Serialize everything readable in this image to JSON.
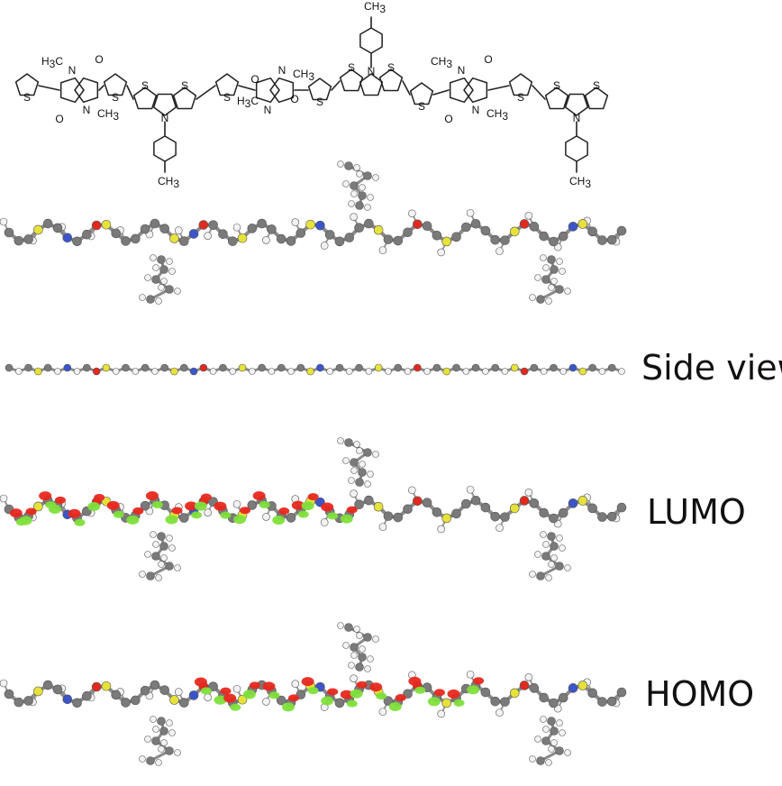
{
  "panels": {
    "side_view_label": "Side view",
    "lumo_label": "LUMO",
    "homo_label": "HOMO"
  },
  "structure_labels": {
    "methyl_groups": [
      "H3C",
      "CH3",
      "CH3",
      "H3C",
      "CH3",
      "CH3",
      "CH3",
      "CH3",
      "CH3"
    ],
    "sulfur": "S",
    "nitrogen": "N",
    "oxygen": "O"
  },
  "colors": {
    "carbon": "#7a7a7a",
    "hydrogen": "#f2f2f2",
    "sulfur": "#e6e23a",
    "nitrogen": "#3b55c9",
    "oxygen": "#e02a1f",
    "orbital_positive": "#e8281e",
    "orbital_negative": "#7fe03a"
  }
}
